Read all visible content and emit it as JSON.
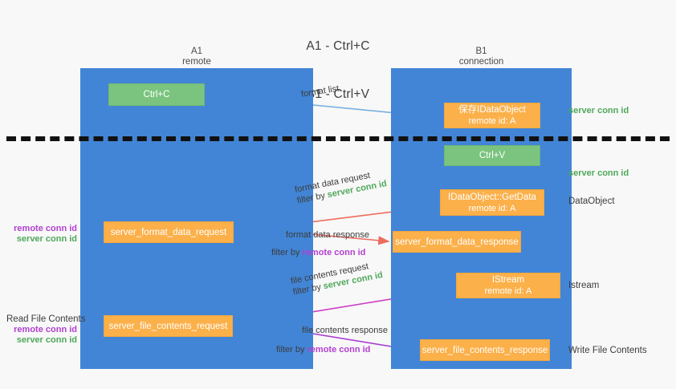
{
  "title": {
    "line1": "A1 - Ctrl+C",
    "line2": "B1 - Ctrl+V"
  },
  "columns": [
    {
      "id": "a1",
      "name": "A1",
      "role": "remote"
    },
    {
      "id": "b1",
      "name": "B1",
      "role": "connection"
    }
  ],
  "boxes": [
    {
      "id": "ctrl-c",
      "label": "Ctrl+C",
      "sub": "",
      "color": "#7bc47f",
      "lane": "a1"
    },
    {
      "id": "save-idataobject",
      "label": "保存IDataObject",
      "sub": "remote id: A",
      "color": "#fbb04a",
      "lane": "b1"
    },
    {
      "id": "ctrl-v",
      "label": "Ctrl+V",
      "sub": "",
      "color": "#7bc47f",
      "lane": "b1"
    },
    {
      "id": "idataobject-getdata",
      "label": "IDataObject::GetData",
      "sub": "remote id: A",
      "color": "#fbb04a",
      "lane": "b1"
    },
    {
      "id": "server-format-data-request",
      "label": "server_format_data_request",
      "sub": "",
      "color": "#fbb04a",
      "lane": "a1"
    },
    {
      "id": "server-format-data-response",
      "label": "server_format_data_response",
      "sub": "",
      "color": "#fbb04a",
      "lane": "b1"
    },
    {
      "id": "istream",
      "label": "IStream",
      "sub": "remote id: A",
      "color": "#fbb04a",
      "lane": "b1"
    },
    {
      "id": "server-file-contents-request",
      "label": "server_file_contents_request",
      "sub": "",
      "color": "#fbb04a",
      "lane": "a1"
    },
    {
      "id": "server-file-contents-response",
      "label": "server_file_contents_response",
      "sub": "",
      "color": "#fbb04a",
      "lane": "b1"
    }
  ],
  "edges": [
    {
      "id": "format-list",
      "label": "format list",
      "filter_prefix": "",
      "filter_value": "",
      "color": "#79b0e0"
    },
    {
      "id": "format-data-request",
      "label": "format data request",
      "filter_prefix": "filter by",
      "filter_value": "server conn id",
      "color": "#ef6b5e"
    },
    {
      "id": "format-data-response",
      "label": "format data response",
      "filter_prefix": "filter by",
      "filter_value": "remote conn id",
      "color": "#ef6b5e"
    },
    {
      "id": "file-contents-request",
      "label": "file contents request",
      "filter_prefix": "filter by",
      "filter_value": "server conn id",
      "color": "#cc3fc6"
    },
    {
      "id": "file-contents-response",
      "label": "file contents response",
      "filter_prefix": "filter by",
      "filter_value": "remote conn id",
      "color": "#a93fd0"
    }
  ],
  "annotations": {
    "server_conn_id_1": "server conn id",
    "server_conn_id_2": "server conn id",
    "dataobject": "DataObject",
    "istream": "Istream",
    "write_file_contents": "Write File Contents",
    "read_file_contents": "Read File Contents",
    "remote_conn_id_left_1": "remote conn id",
    "server_conn_id_left_1": "server conn id",
    "remote_conn_id_left_2": "remote conn id",
    "server_conn_id_left_2": "server conn id"
  },
  "colors": {
    "lane": "#4285d6",
    "green_box": "#7bc47f",
    "orange_box": "#fbb04a",
    "green_text": "#4fa85a",
    "magenta_text": "#b23fd0",
    "divider": "#111111",
    "background": "#f8f8f8"
  }
}
